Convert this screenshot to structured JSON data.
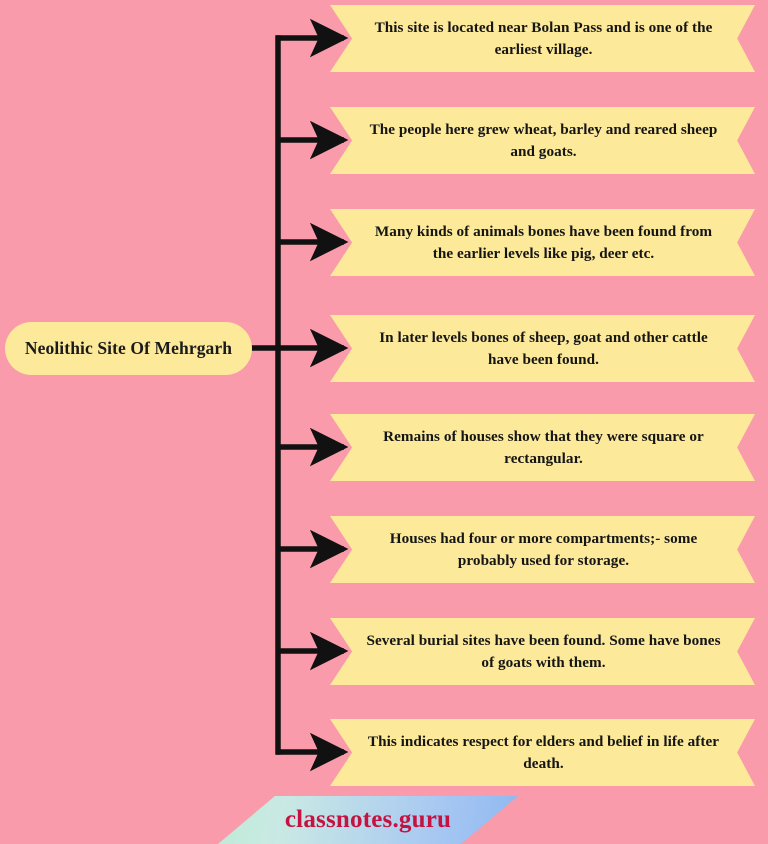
{
  "diagram": {
    "type": "mind-map",
    "root": {
      "label": "Neolithic Site Of Mehrgarh"
    },
    "branches": [
      {
        "text": "This site is located near Bolan Pass and is one of the earliest village."
      },
      {
        "text": "The people here grew wheat, barley and reared sheep and goats."
      },
      {
        "text": "Many kinds of animals bones have been found from the earlier levels like pig, deer etc."
      },
      {
        "text": "In later levels bones of sheep, goat and other cattle have been found."
      },
      {
        "text": "Remains of houses show that they were square or rectangular."
      },
      {
        "text": "Houses had four or more compartments;- some probably used for storage."
      },
      {
        "text": "Several burial sites have been found. Some have bones of goats with them."
      },
      {
        "text": "This indicates respect for elders and belief in life after death."
      }
    ]
  },
  "footer": {
    "logo_text": "classnotes.guru"
  },
  "colors": {
    "background_pink": "#F99BAA",
    "node_yellow": "#FCE99A",
    "connector_black": "#111111",
    "text_dark": "#151515",
    "logo_text_crimson": "#C51240",
    "logo_gradient_start": "#BFEBD6",
    "logo_gradient_end": "#8FB8F0"
  }
}
